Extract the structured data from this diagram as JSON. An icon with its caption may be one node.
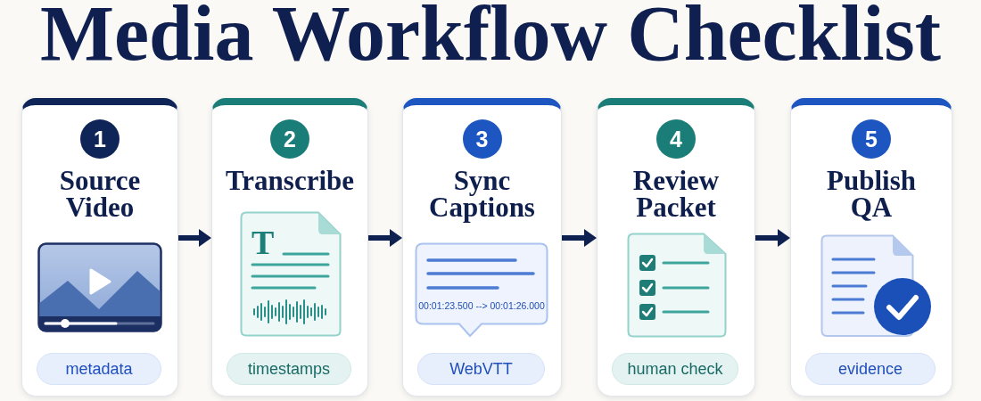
{
  "diagram": {
    "title": "Media Workflow Checklist",
    "nodes": [
      {
        "text": [
          "Source Video"
        ]
      },
      {
        "text": [
          "1"
        ],
        "in": 0
      },
      {
        "text": [
          "metadata"
        ],
        "in": 0
      },
      {
        "text": [
          "Transcribe"
        ]
      },
      {
        "text": [
          "2"
        ],
        "in": 3
      },
      {
        "text": [
          "T"
        ],
        "in": 3
      },
      {
        "text": [
          "timestamps"
        ],
        "in": 3
      },
      {
        "text": [
          "Sync Captions"
        ]
      },
      {
        "text": [
          "3"
        ],
        "in": 7
      },
      {
        "text": [
          "00:01:23.500 --> 00:01:26.000"
        ],
        "in": 7
      },
      {
        "text": [
          "WebVTT"
        ],
        "in": 7
      },
      {
        "text": [
          "Review Packet"
        ]
      },
      {
        "text": [
          "4"
        ],
        "in": 11
      },
      {
        "text": [
          "human check"
        ],
        "in": 11
      },
      {
        "text": [
          "Publish QA"
        ]
      },
      {
        "text": [
          "5"
        ],
        "in": 14
      },
      {
        "text": [
          "evidence"
        ],
        "in": 14
      }
    ],
    "edges": [
      {
        "from": 0,
        "to": 3,
        "arrow": "to"
      },
      {
        "from": 3,
        "to": 7,
        "arrow": "to"
      },
      {
        "from": 7,
        "to": 11,
        "arrow": "to"
      },
      {
        "from": 11,
        "to": 14,
        "arrow": "to"
      }
    ]
  }
}
